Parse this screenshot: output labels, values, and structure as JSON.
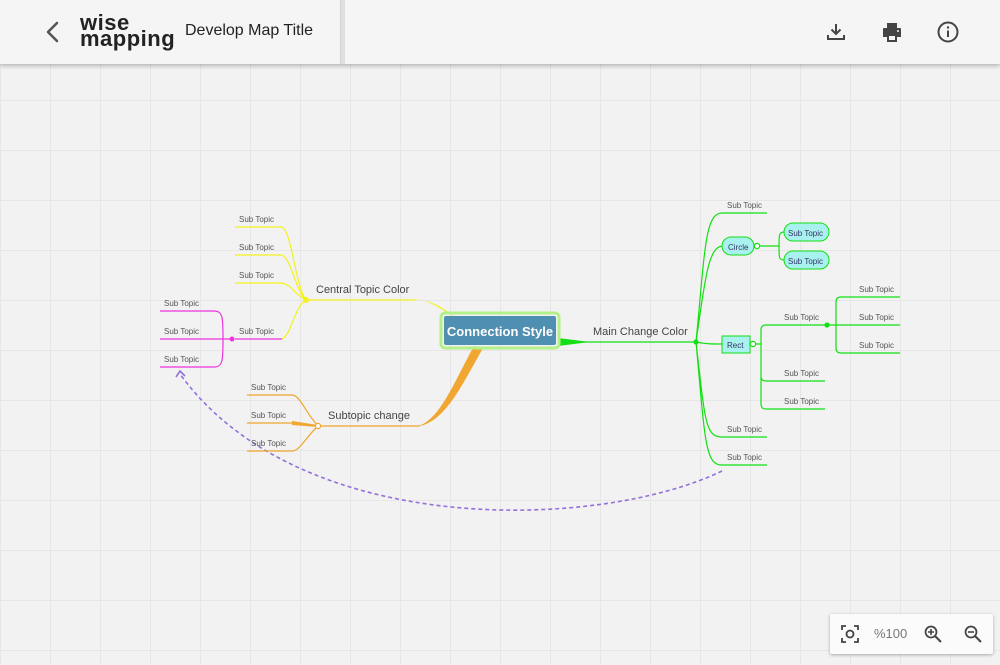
{
  "header": {
    "logo_line1": "wise",
    "logo_line2": "mapping",
    "map_title": "Develop Map Title"
  },
  "icons": {
    "back": "chevron-left-icon",
    "download": "download-icon",
    "print": "print-icon",
    "info": "info-icon",
    "fit": "center-focus-icon",
    "zoom_in": "zoom-in-icon",
    "zoom_out": "zoom-out-icon"
  },
  "zoom": {
    "level": "%100"
  },
  "mindmap": {
    "central_topic": "Connection Style",
    "main_topics": {
      "central_topic_color": "Central Topic Color",
      "subtopic_change": "Subtopic change",
      "main_change_color": "Main Change Color"
    },
    "nodes": {
      "circle": "Circle",
      "rect": "Rect"
    },
    "sub_topic_label": "Sub Topic"
  },
  "colors": {
    "central_fill": "#4f8fb1",
    "central_border": "#b4f08a",
    "yellow": "#f2f21d",
    "orange": "#f0a630",
    "green": "#12e012",
    "magenta": "#ee33dd",
    "relationship": "#9370db",
    "node_fill": "#a9f1ef"
  }
}
